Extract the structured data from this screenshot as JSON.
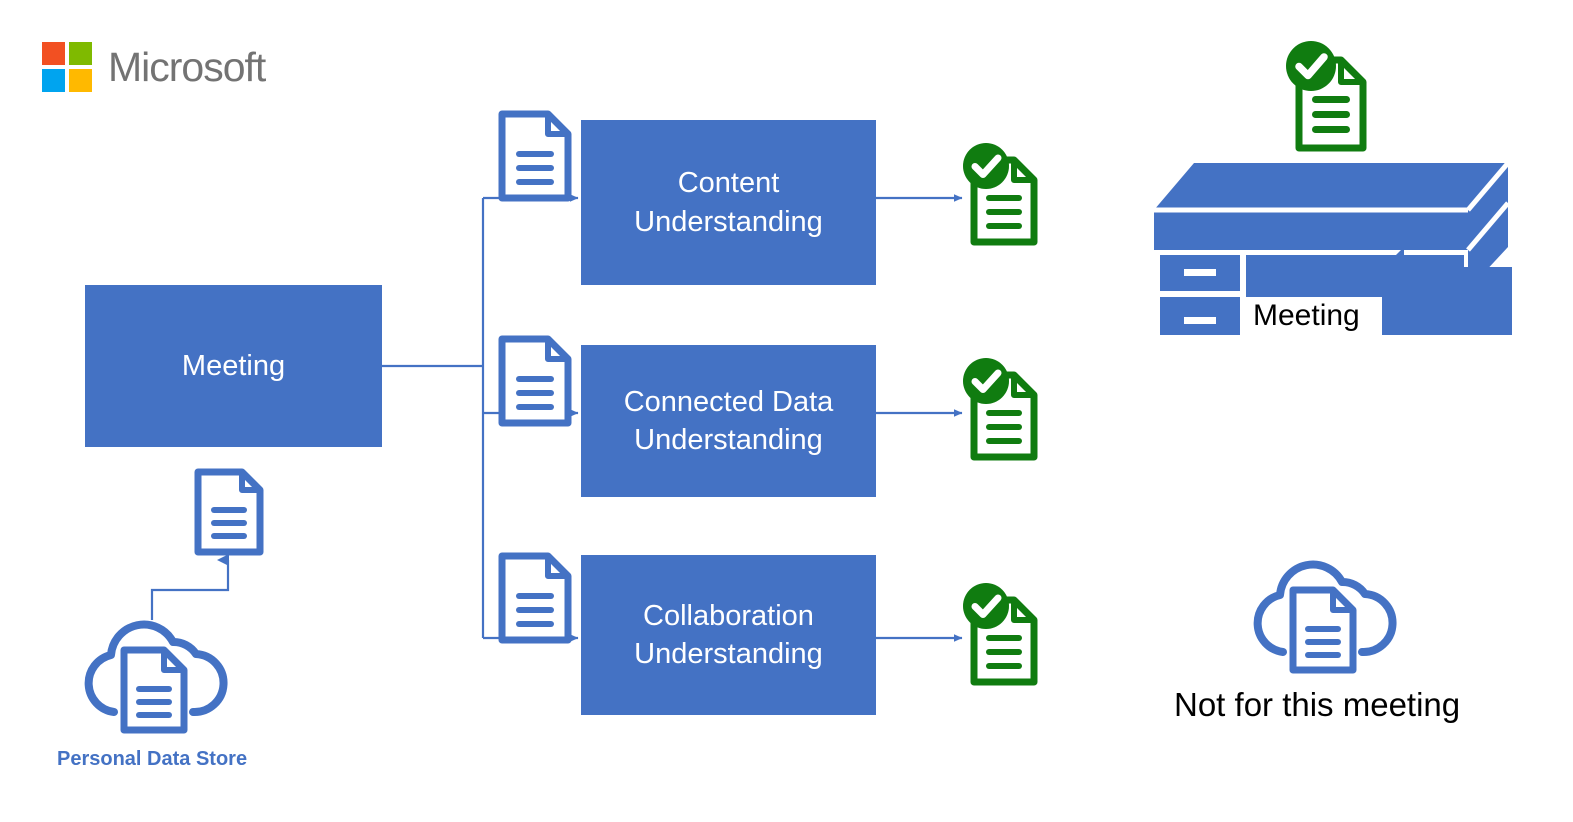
{
  "brand": {
    "name": "Microsoft",
    "logo_colors": {
      "top_left": "#F25022",
      "top_right": "#7FBA00",
      "bottom_left": "#00A4EF",
      "bottom_right": "#FFB900"
    },
    "logo_text_color": "#737373"
  },
  "theme": {
    "box_fill": "#4472C4",
    "box_text": "#FFFFFF",
    "connector": "#4472C4",
    "doc_blue": "#4472C4",
    "doc_green": "#107C10",
    "check_green": "#107C10",
    "label_black": "#000000",
    "background": "#FFFFFF"
  },
  "diagram": {
    "source_box": {
      "label": "Meeting"
    },
    "process_boxes": [
      {
        "label_line1": "Content",
        "label_line2": "Understanding"
      },
      {
        "label_line1": "Connected Data",
        "label_line2": "Understanding"
      },
      {
        "label_line1": "Collaboration",
        "label_line2": "Understanding"
      }
    ],
    "input_docs": [
      {
        "icon": "document-icon"
      },
      {
        "icon": "document-icon"
      },
      {
        "icon": "document-icon"
      }
    ],
    "output_docs": [
      {
        "icon": "document-checked-icon"
      },
      {
        "icon": "document-checked-icon"
      },
      {
        "icon": "document-checked-icon"
      }
    ],
    "store": {
      "icon": "cloud-document-icon",
      "label": "Personal Data Store",
      "uploaded_doc_icon": "document-icon"
    },
    "outcomes": [
      {
        "icon": "desk-icon",
        "badge_icon": "document-checked-icon",
        "label": "Meeting"
      },
      {
        "icon": "cloud-document-icon",
        "label": "Not for this meeting"
      }
    ]
  }
}
